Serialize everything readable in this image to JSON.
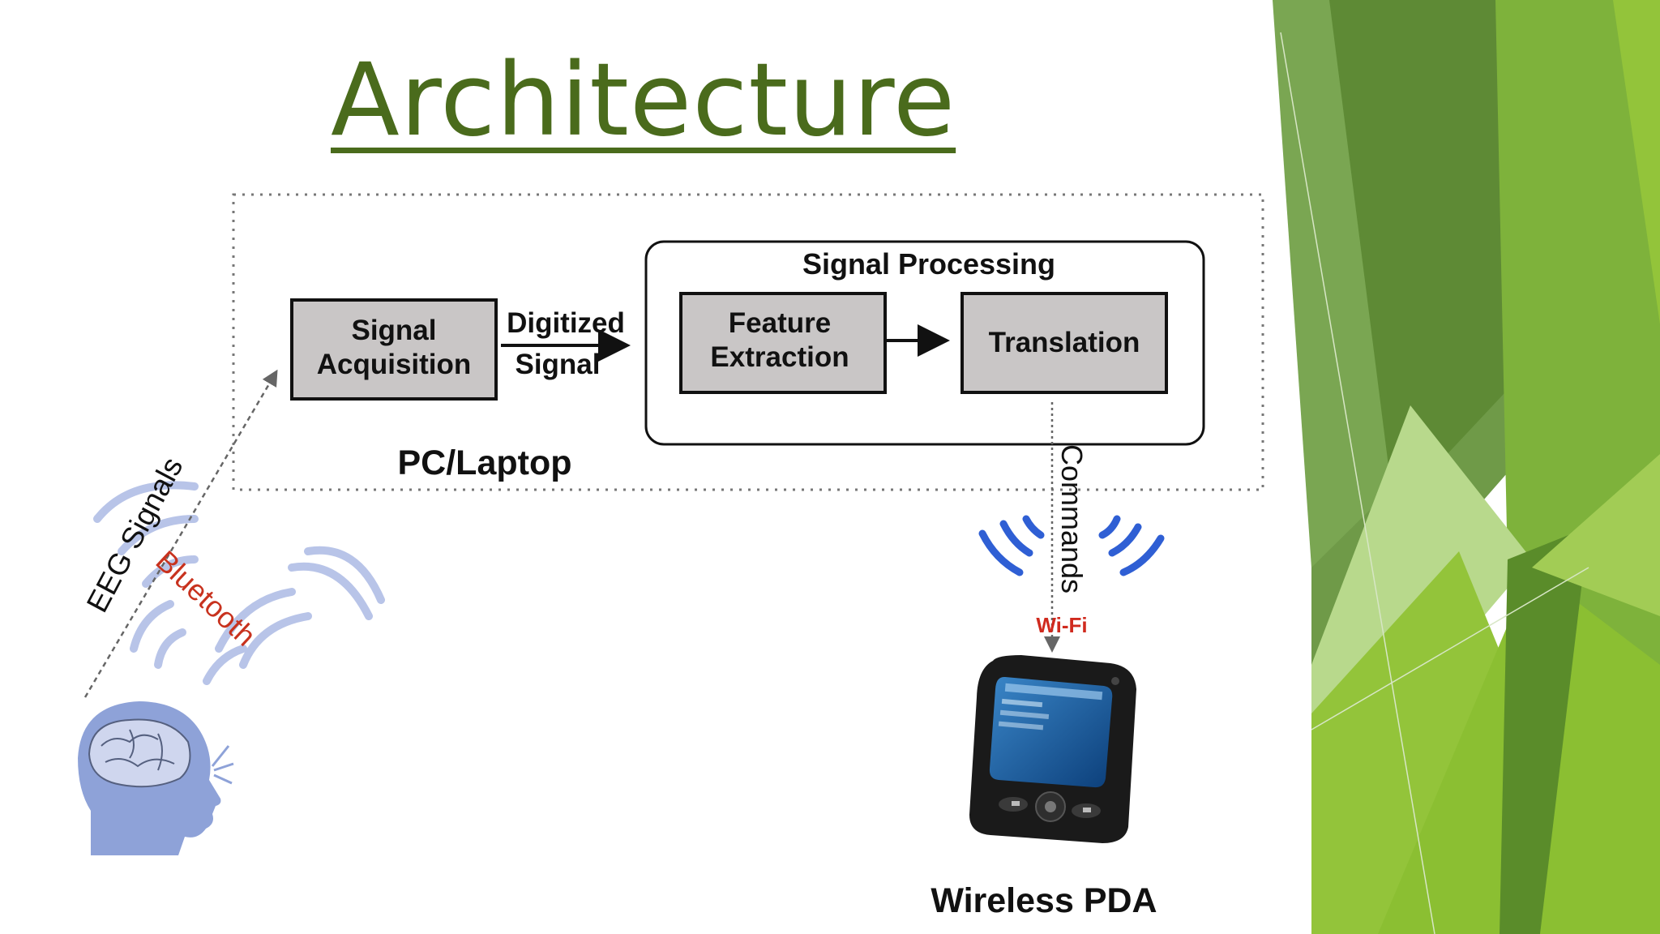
{
  "slide": {
    "title": "Architecture"
  },
  "diagram": {
    "container_label": "PC/Laptop",
    "group_label": "Signal Processing",
    "nodes": {
      "signal_acquisition": [
        "Signal",
        "Acquisition"
      ],
      "feature_extraction": [
        "Feature",
        "Extraction"
      ],
      "translation": "Translation"
    },
    "edges": {
      "digitized_signal": [
        "Digitized",
        "Signal"
      ],
      "eeg_signals": "EEG Signals",
      "bluetooth": "Bluetooth",
      "commands": "Commands",
      "wifi": "Wi-Fi"
    },
    "device_label": "Wireless PDA"
  },
  "colors": {
    "title": "#4a6b1c",
    "box_fill": "#c9c6c6",
    "bluetooth_red": "#c8321e",
    "wifi_red": "#d02a1e",
    "wave_blue": "#7f95d6",
    "wifi_blue": "#2f5fd4",
    "head_blue": "#8ea2d8",
    "deco_greens": [
      "#6f9a48",
      "#7eb23b",
      "#93c43a",
      "#b8d98c",
      "#5a8c2a"
    ]
  }
}
